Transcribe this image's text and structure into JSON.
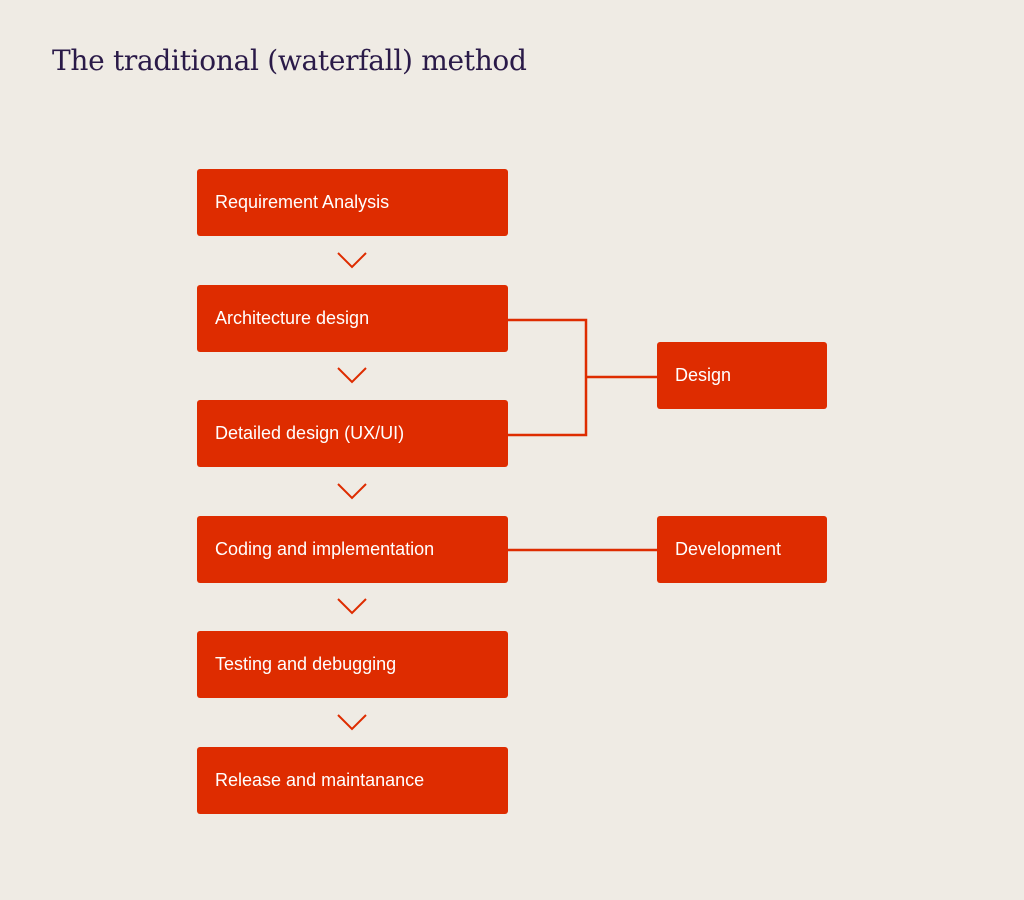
{
  "title": "The traditional (waterfall) method",
  "colors": {
    "background": "#efebe4",
    "box_fill": "#de2c00",
    "box_text": "#ffffff",
    "connector": "#de2c00",
    "title_text": "#2a1a48"
  },
  "steps": [
    {
      "label": "Requirement Analysis"
    },
    {
      "label": "Architecture design"
    },
    {
      "label": "Detailed design (UX/UI)"
    },
    {
      "label": "Coding and implementation"
    },
    {
      "label": "Testing and debugging"
    },
    {
      "label": "Release and maintanance"
    }
  ],
  "phases": [
    {
      "label": "Design",
      "groups_steps": [
        1,
        2
      ]
    },
    {
      "label": "Development",
      "groups_steps": [
        3
      ]
    }
  ],
  "arrows": {
    "icon": "chevron-down-icon",
    "count": 5
  }
}
